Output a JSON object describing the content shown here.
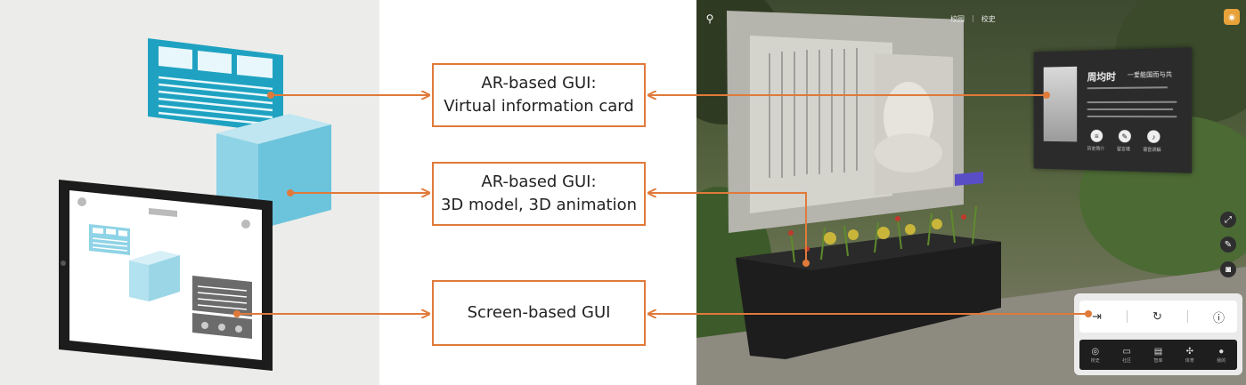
{
  "labels": {
    "card": [
      "AR-based GUI:",
      "Virtual information card"
    ],
    "model": [
      "AR-based GUI:",
      "3D model, 3D animation"
    ],
    "screen": [
      "Screen-based GUI"
    ]
  },
  "colors": {
    "arrow": "#e07a3a",
    "card_teal": "#1fa2c1",
    "cube_light": "#8fd3e6",
    "tablet_frame": "#1c1c1c",
    "left_bg": "#ececea"
  },
  "app": {
    "nav": [
      "校园",
      "校史"
    ],
    "nav_separator": "|",
    "card": {
      "name": "周均时",
      "subtitle": "一爱能国而与共",
      "buttons": [
        "历史简介",
        "留言墙",
        "语音讲解"
      ]
    },
    "side_icons": [
      "expand-icon",
      "pen-icon",
      "camera-icon"
    ],
    "panel_top_icons": [
      "exit-icon",
      "refresh-icon",
      "info-icon"
    ],
    "panel_nav": [
      "校史",
      "社区",
      "智库",
      "体育",
      "我的"
    ]
  }
}
